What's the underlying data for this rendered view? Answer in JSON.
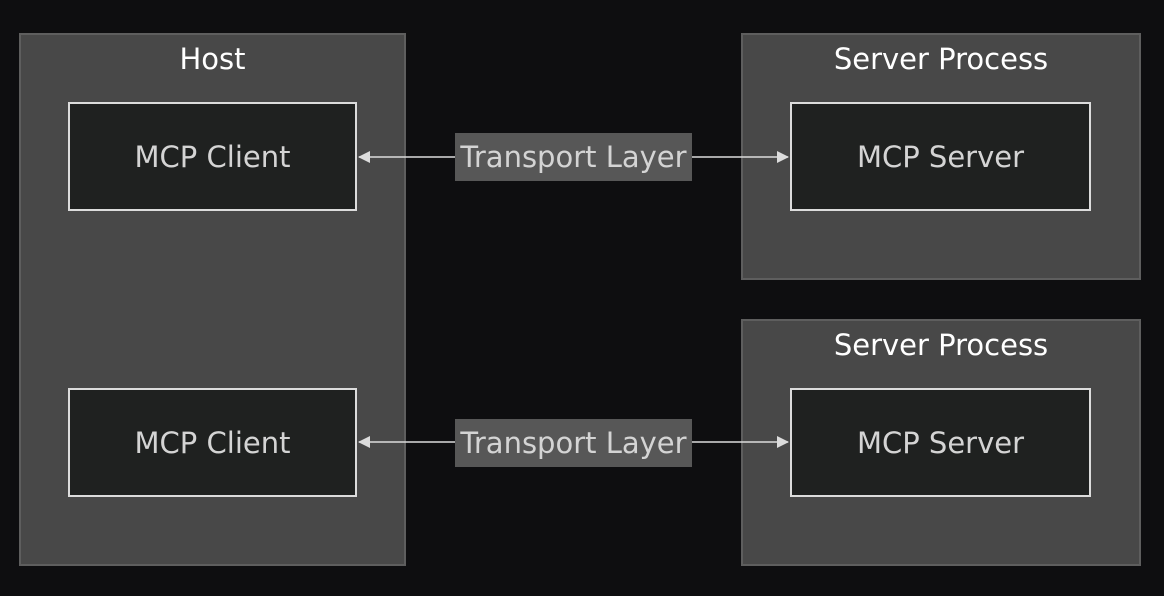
{
  "host": {
    "title": "Host",
    "clients": [
      "MCP Client",
      "MCP Client"
    ]
  },
  "server_processes": [
    {
      "title": "Server Process",
      "server": "MCP Server"
    },
    {
      "title": "Server Process",
      "server": "MCP Server"
    }
  ],
  "edges": [
    {
      "from": "MCP Client",
      "to": "MCP Server",
      "label": "Transport Layer",
      "direction": "bidirectional"
    },
    {
      "from": "MCP Client",
      "to": "MCP Server",
      "label": "Transport Layer",
      "direction": "bidirectional"
    }
  ],
  "colors": {
    "background": "#0e0e10",
    "cluster_fill": "#484848",
    "node_fill": "#1f2120",
    "node_border": "#dcdcdc",
    "edge_label_fill": "#575757",
    "text": "#d4d4d4"
  }
}
